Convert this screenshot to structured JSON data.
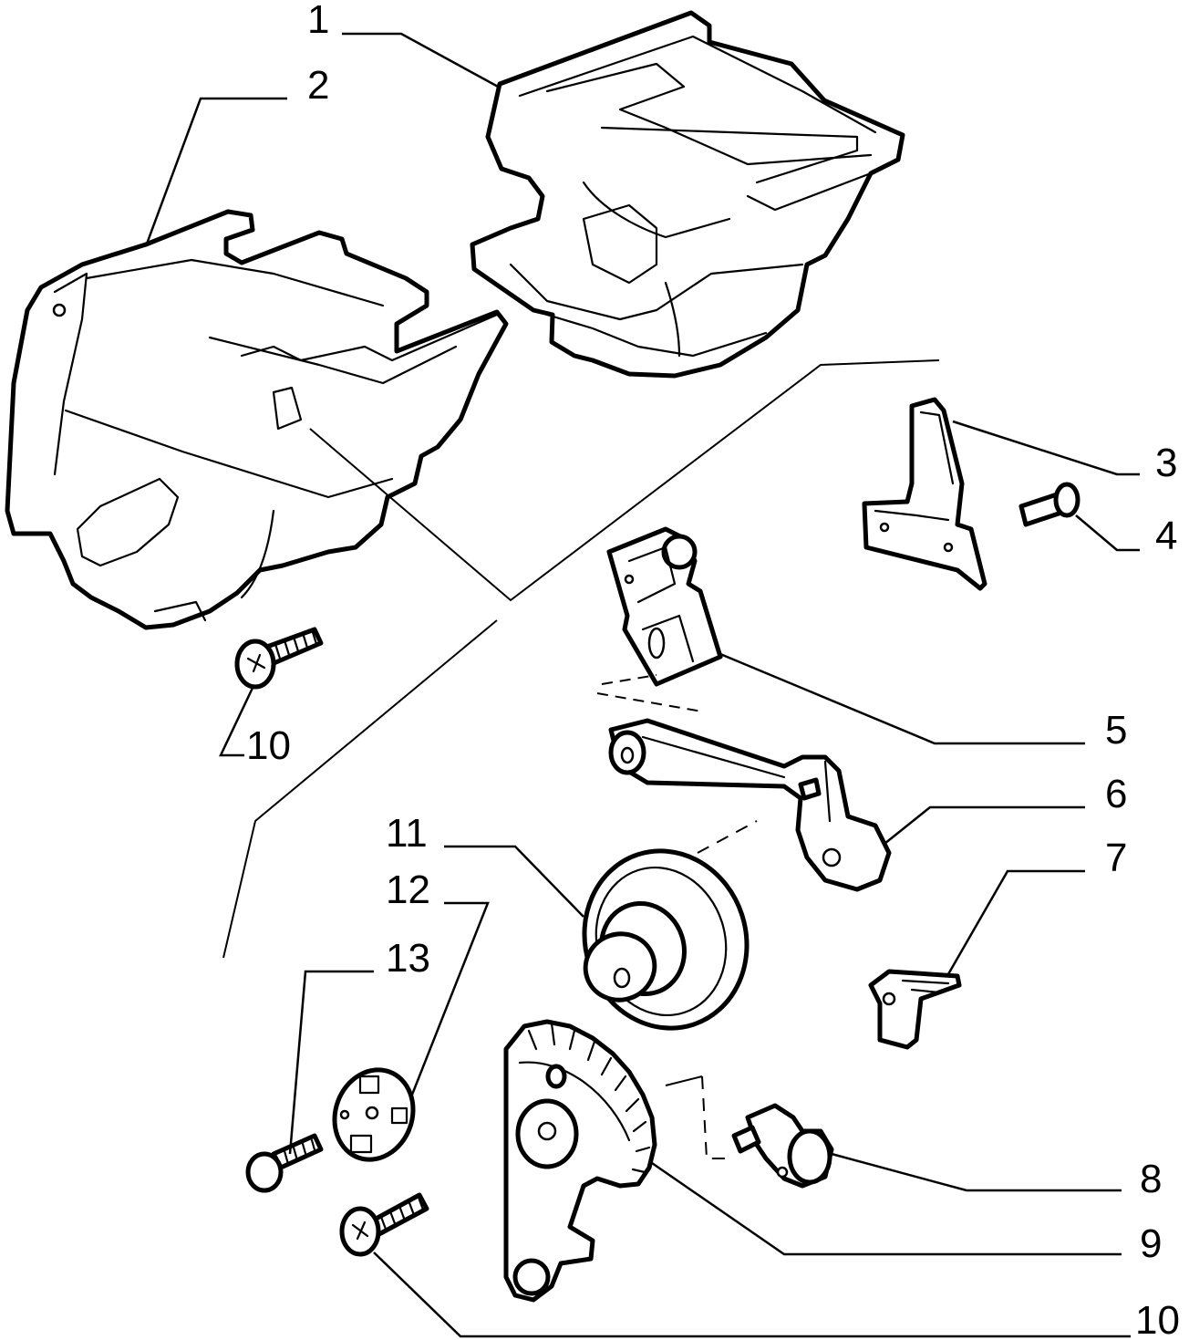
{
  "callouts": {
    "c1": "1",
    "c2": "2",
    "c3": "3",
    "c4": "4",
    "c5": "5",
    "c6": "6",
    "c7": "7",
    "c8": "8",
    "c9": "9",
    "c10_left": "10",
    "c10_bottom": "10",
    "c11": "11",
    "c12": "12",
    "c13": "13"
  }
}
